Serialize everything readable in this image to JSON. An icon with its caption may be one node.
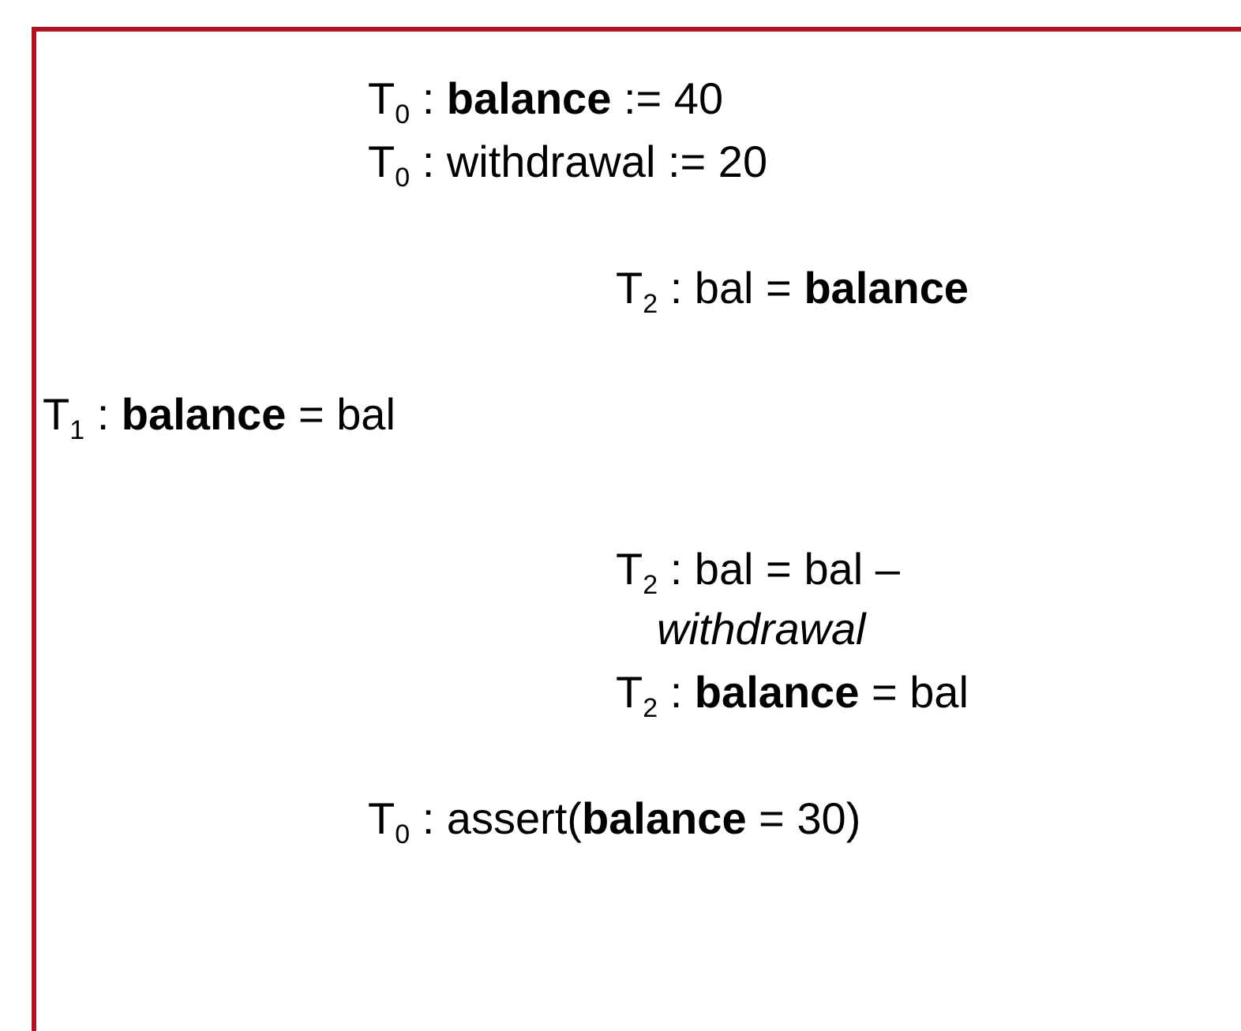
{
  "diagram": {
    "labels": [
      "T$_{0}$ : **balance** := 40",
      "T$_{0}$ : withdrawal := 20",
      "T$_{2}$ : bal = **balance**",
      "T$_{1}$ : **balance** = bal",
      "T$_{2}$ : bal = bal – *withdrawal*",
      "T$_{2}$ : **balance** = bal",
      "T$_{0}$ : assert(**balance** = 30)"
    ]
  }
}
